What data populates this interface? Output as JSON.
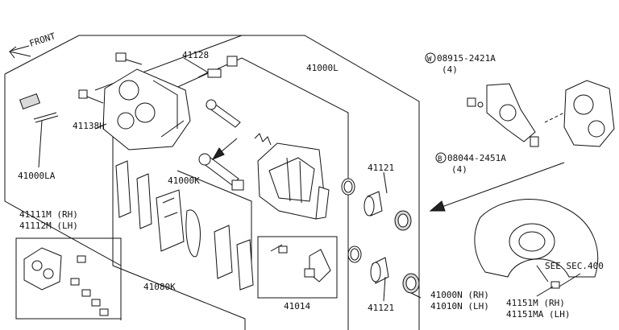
{
  "orientation": "FRONT",
  "labels": {
    "bolt_41128": "41128",
    "caliper_kit": "41000L",
    "bolt_washer_code": "08915-2421A",
    "bolt_washer_qty": "(4)",
    "hub_bolt_code": "08044-2451A",
    "hub_bolt_qty": "(4)",
    "pin_bolt_41138h": "41138H",
    "pad_hardware_kit": "41000LA",
    "seal_kit": "41121",
    "seal_kit_lower": "41121",
    "pin_kit": "41000K",
    "caliper_rh": "41111M (RH)",
    "caliper_lh": "41112M (LH)",
    "pad_kit": "41080K",
    "bleeder_kit": "41014",
    "caliper_assy_rh": "41000N (RH)",
    "caliper_assy_lh": "41010N (LH)",
    "see_section": "SEE SEC.400",
    "dust_shield_rh": "41151M (RH)",
    "dust_shield_lh": "41151MA (LH)"
  },
  "symbols": {
    "washer_symbol": "W",
    "bolt_symbol": "B"
  },
  "icons": [
    "front-arrow-icon",
    "callout-arrow-icon",
    "assembly-arrow-icon"
  ]
}
